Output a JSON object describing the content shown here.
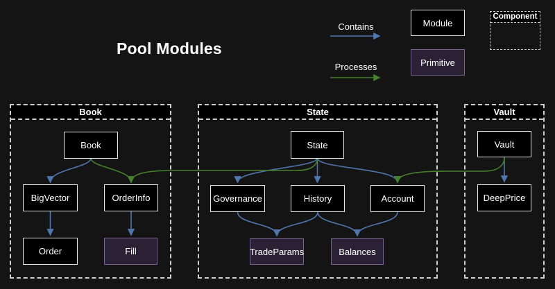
{
  "title": "Pool Modules",
  "legend": {
    "contains": "Contains",
    "processes": "Processes",
    "module": "Module",
    "primitive": "Primitive",
    "component": "Component"
  },
  "containers": {
    "book": {
      "label": "Book"
    },
    "state": {
      "label": "State"
    },
    "vault": {
      "label": "Vault"
    }
  },
  "nodes": {
    "book": "Book",
    "bigvector": "BigVector",
    "orderinfo": "OrderInfo",
    "order": "Order",
    "fill": "Fill",
    "state": "State",
    "governance": "Governance",
    "history": "History",
    "account": "Account",
    "tradeparams": "TradeParams",
    "balances": "Balances",
    "vault": "Vault",
    "deepprice": "DeepPrice"
  },
  "node_types": {
    "module": [
      "Book",
      "BigVector",
      "OrderInfo",
      "Order",
      "State",
      "Governance",
      "History",
      "Account",
      "Vault",
      "DeepPrice"
    ],
    "primitive": [
      "Fill",
      "TradeParams",
      "Balances"
    ]
  },
  "edges": [
    {
      "from": "Book",
      "to": "BigVector",
      "type": "contains"
    },
    {
      "from": "Book",
      "to": "OrderInfo",
      "type": "processes"
    },
    {
      "from": "State",
      "to": "OrderInfo",
      "type": "processes"
    },
    {
      "from": "BigVector",
      "to": "Order",
      "type": "contains"
    },
    {
      "from": "OrderInfo",
      "to": "Fill",
      "type": "contains"
    },
    {
      "from": "State",
      "to": "Governance",
      "type": "contains"
    },
    {
      "from": "State",
      "to": "History",
      "type": "contains"
    },
    {
      "from": "State",
      "to": "Account",
      "type": "contains"
    },
    {
      "from": "Governance",
      "to": "TradeParams",
      "type": "contains"
    },
    {
      "from": "History",
      "to": "TradeParams",
      "type": "contains"
    },
    {
      "from": "History",
      "to": "Balances",
      "type": "contains"
    },
    {
      "from": "Account",
      "to": "Balances",
      "type": "contains"
    },
    {
      "from": "Vault",
      "to": "Account",
      "type": "processes"
    },
    {
      "from": "Vault",
      "to": "DeepPrice",
      "type": "contains"
    }
  ],
  "colors": {
    "background": "#141414",
    "module_fill": "#000000",
    "module_border": "#e8e8e8",
    "primitive_fill": "#2b2134",
    "primitive_border": "#7a6292",
    "contains_arrow": "#5076ae",
    "processes_arrow": "#47802c",
    "dash_border": "#cfcfcf",
    "text": "#f5f5f5"
  }
}
